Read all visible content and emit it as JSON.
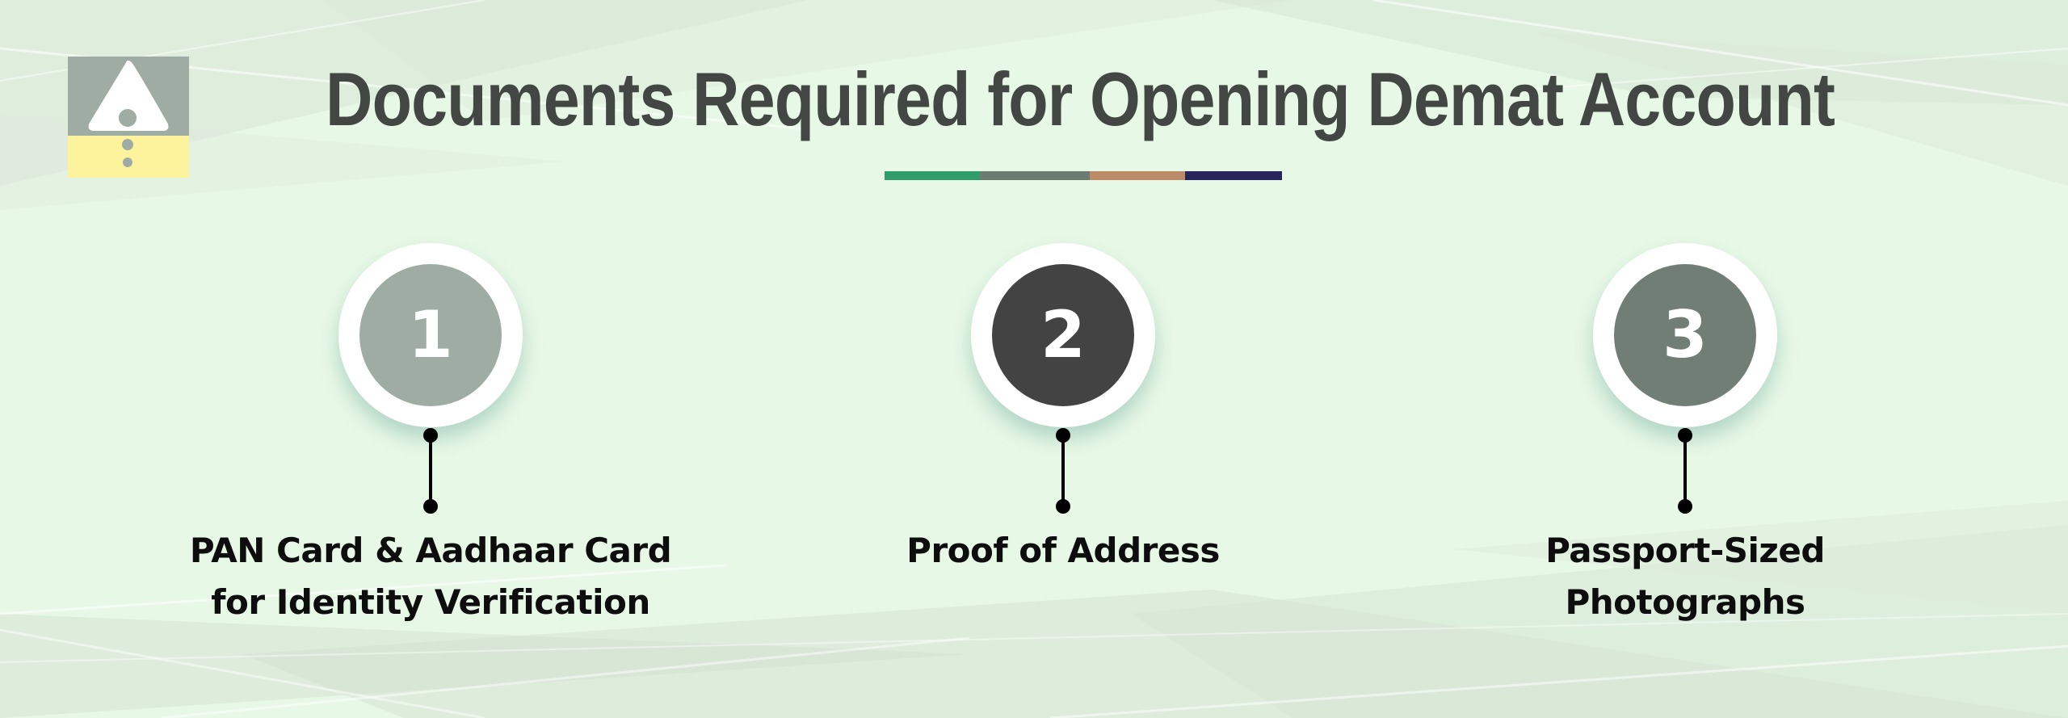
{
  "title": "Documents Required for Opening Demat Account",
  "colors": {
    "background": "#e8f8e6",
    "title": "#434743",
    "logo_top": "#9eaca3",
    "logo_bottom": "#fcf39c",
    "divider": [
      "#2f9e6a",
      "#6c7c72",
      "#bc8c68",
      "#27255a"
    ]
  },
  "steps": [
    {
      "number": "1",
      "color": "#9eaca3",
      "label_lines": [
        "PAN Card & Aadhaar Card",
        "for Identity Verification"
      ]
    },
    {
      "number": "2",
      "color": "#424342",
      "label_lines": [
        "Proof of Address"
      ]
    },
    {
      "number": "3",
      "color": "#717e76",
      "label_lines": [
        "Passport-Sized",
        "Photographs"
      ]
    }
  ]
}
